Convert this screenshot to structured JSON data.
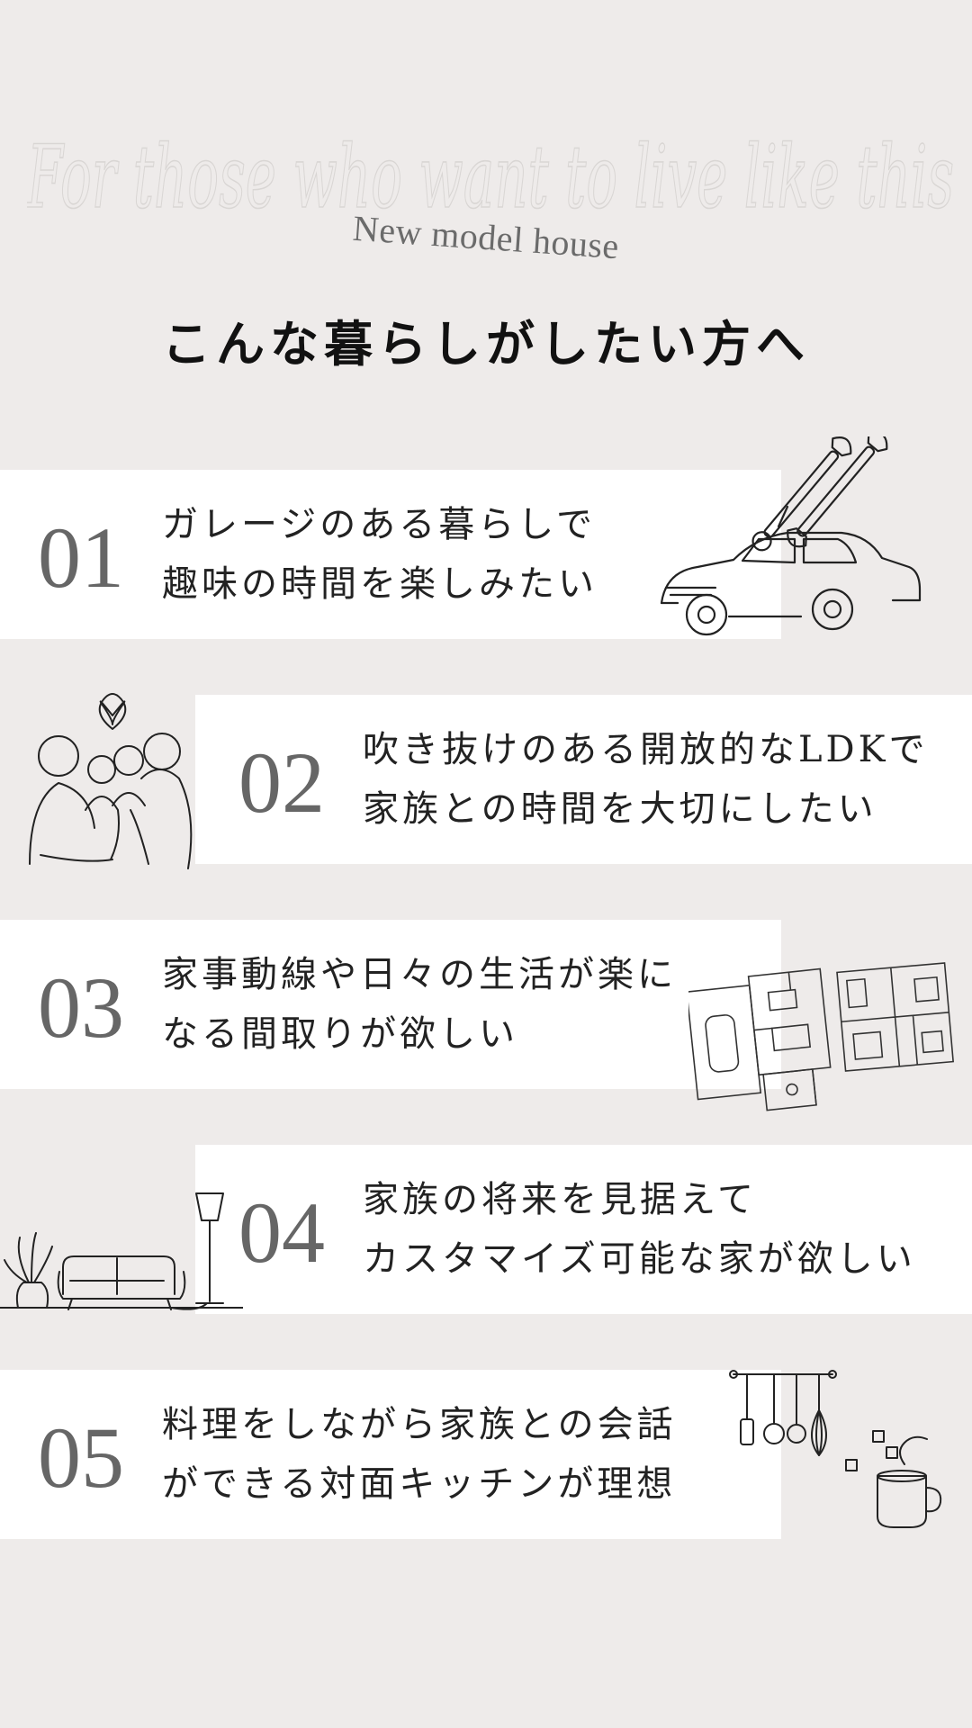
{
  "header": {
    "script_text": "For those who want to live like this",
    "subtitle": "New model house",
    "title": "こんな暮らしがしたい方へ"
  },
  "items": [
    {
      "number": "01",
      "line1": "ガレージのある暮らしで",
      "line2": "趣味の時間を楽しみたい",
      "icon": "car-and-wrenches-icon"
    },
    {
      "number": "02",
      "line1": "吹き抜けのある開放的なLDKで",
      "line2": "家族との時間を大切にしたい",
      "icon": "family-icon"
    },
    {
      "number": "03",
      "line1": "家事動線や日々の生活が楽に",
      "line2": "なる間取りが欲しい",
      "icon": "floor-plan-icon"
    },
    {
      "number": "04",
      "line1": "家族の将来を見据えて",
      "line2": "カスタマイズ可能な家が欲しい",
      "icon": "sofa-lamp-icon"
    },
    {
      "number": "05",
      "line1": "料理をしながら家族との会話",
      "line2": "ができる対面キッチンが理想",
      "icon": "kitchen-tools-icon"
    }
  ]
}
